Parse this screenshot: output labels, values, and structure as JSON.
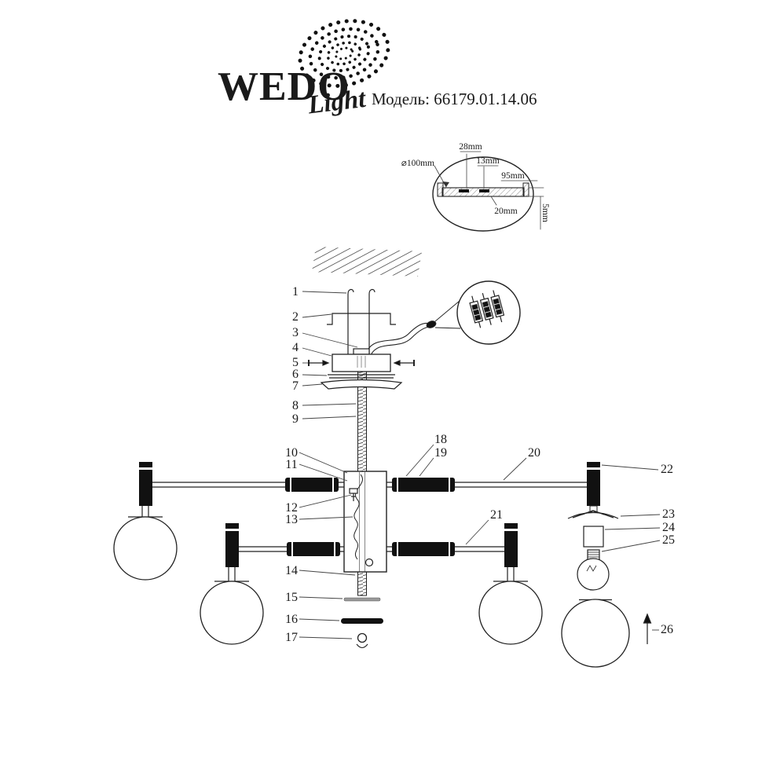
{
  "brand": {
    "name": "WEDO",
    "script": "Light",
    "model": "Модель: 66179.01.14.06"
  },
  "dimensions": {
    "diameter": "⌀100mm",
    "d28": "28mm",
    "d13": "13mm",
    "d95": "95mm",
    "d20": "20mm",
    "d5": "5mm"
  },
  "parts": [
    "1",
    "2",
    "3",
    "4",
    "5",
    "6",
    "7",
    "8",
    "9",
    "10",
    "11",
    "12",
    "13",
    "14",
    "15",
    "16",
    "17",
    "18",
    "19",
    "20",
    "21",
    "22",
    "23",
    "24",
    "25",
    "26"
  ]
}
